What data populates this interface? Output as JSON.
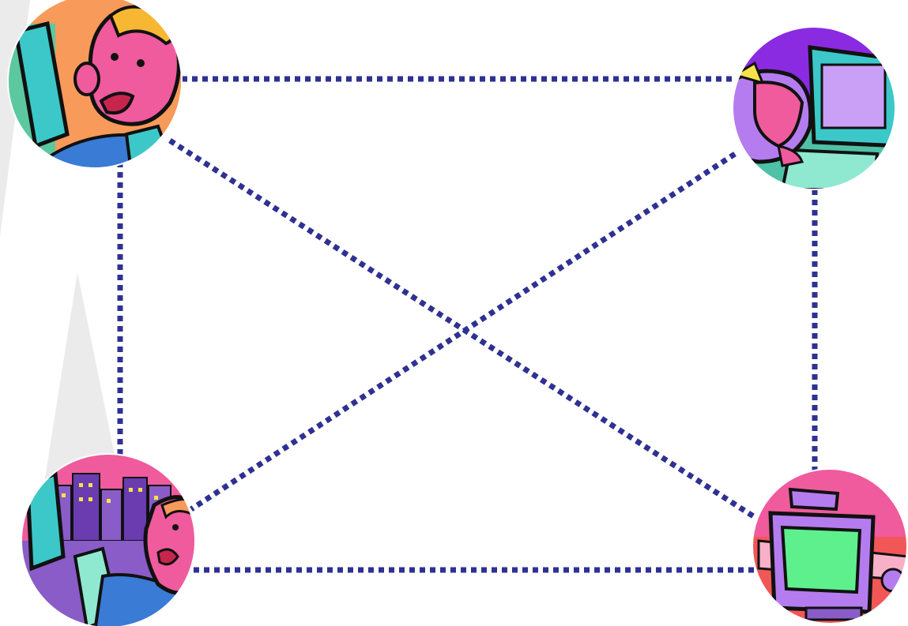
{
  "diagram": {
    "type": "full-mesh-network",
    "colors": {
      "background": "#ffffff",
      "watermark": "#ebebeb",
      "link": "#2e3192"
    },
    "nodes": [
      {
        "id": "top-left",
        "icon": "man-at-computer-icon",
        "palette": [
          "#f79a5a",
          "#ef5b9c",
          "#5cc8a0",
          "#3a7bd5"
        ]
      },
      {
        "id": "top-right",
        "icon": "woman-at-monitor-icon",
        "palette": [
          "#8a2be2",
          "#c9a0f5",
          "#ef5b9c",
          "#4fc1a6"
        ]
      },
      {
        "id": "bottom-left",
        "icon": "person-with-city-skyline-icon",
        "palette": [
          "#ef5b9c",
          "#8a5cc8",
          "#3cc8c8",
          "#f79a5a"
        ]
      },
      {
        "id": "bottom-right",
        "icon": "desktop-computer-icon",
        "palette": [
          "#ef5b9c",
          "#b57cf0",
          "#5ef08c",
          "#f25757"
        ]
      }
    ],
    "links": [
      {
        "from": "top-left",
        "to": "top-right",
        "style": "dotted"
      },
      {
        "from": "top-left",
        "to": "bottom-left",
        "style": "dotted"
      },
      {
        "from": "top-left",
        "to": "bottom-right",
        "style": "dotted"
      },
      {
        "from": "top-right",
        "to": "bottom-left",
        "style": "dotted"
      },
      {
        "from": "top-right",
        "to": "bottom-right",
        "style": "dotted"
      },
      {
        "from": "bottom-left",
        "to": "bottom-right",
        "style": "dotted"
      }
    ]
  }
}
